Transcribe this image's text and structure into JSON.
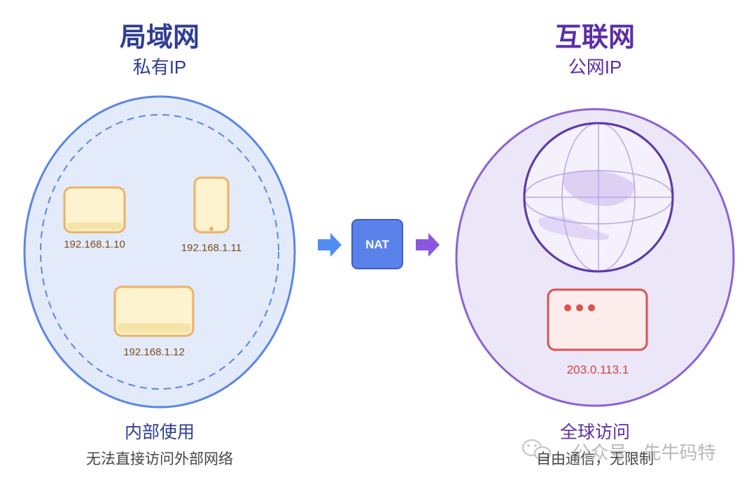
{
  "lan": {
    "title": "局域网",
    "subtitle": "私有IP",
    "devices": [
      {
        "ip": "192.168.1.10"
      },
      {
        "ip": "192.168.1.11"
      },
      {
        "ip": "192.168.1.12"
      }
    ],
    "caption": "内部使用",
    "description": "无法直接访问外部网络"
  },
  "nat": {
    "label": "NAT"
  },
  "internet": {
    "title": "互联网",
    "subtitle": "公网IP",
    "server_ip": "203.0.113.1",
    "caption": "全球访问",
    "description": "自由通信，无限制"
  },
  "watermark": {
    "text": "公众号 · 先牛码特"
  },
  "icons": {
    "arrow": "arrow-right-icon",
    "globe": "globe-icon",
    "server": "server-window-icon",
    "wechat": "wechat-icon"
  },
  "colors": {
    "lan_stroke": "#5b86e5",
    "lan_fill": "#e3ebfa",
    "internet_stroke": "#8a63d2",
    "internet_fill": "#ece6f9",
    "nat_fill": "#5a82ea",
    "device_stroke": "#ebb266",
    "device_fill": "#fdf3cf",
    "server_stroke": "#d9534f",
    "server_fill": "#fdecec"
  }
}
